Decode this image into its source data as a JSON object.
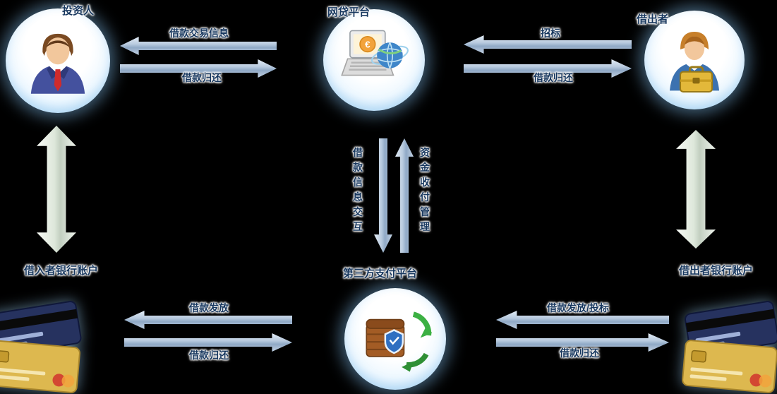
{
  "nodes": {
    "investor": {
      "label": "投资人"
    },
    "platform": {
      "label": "网贷平台"
    },
    "lender": {
      "label": "借出者"
    },
    "borrower_bank": {
      "label": "借入者银行账户"
    },
    "payment_platform": {
      "label": "第三方支付平台"
    },
    "lender_bank": {
      "label": "借出者银行账户"
    }
  },
  "edges": {
    "investor_platform": {
      "upper": "借款交易信息",
      "lower": "借款归还"
    },
    "lender_platform": {
      "upper": "招标",
      "lower": "借款归还"
    },
    "platform_payment": {
      "left": "借款信息交互",
      "right": "资金收付管理"
    },
    "borrowerbank_payment": {
      "upper": "借款发放",
      "lower": "借款归还"
    },
    "lenderbank_payment": {
      "upper": "借款发放/投标",
      "lower": "借款归还"
    }
  },
  "icons": {
    "euro": "€"
  },
  "colors": {
    "background": "#000000",
    "label_text": "#17375e",
    "arrow_fill": "#a9bfd8",
    "circle_halo": "#8ccdff",
    "shield": "#2f6fc1",
    "recycle_green": "#3cb043"
  }
}
